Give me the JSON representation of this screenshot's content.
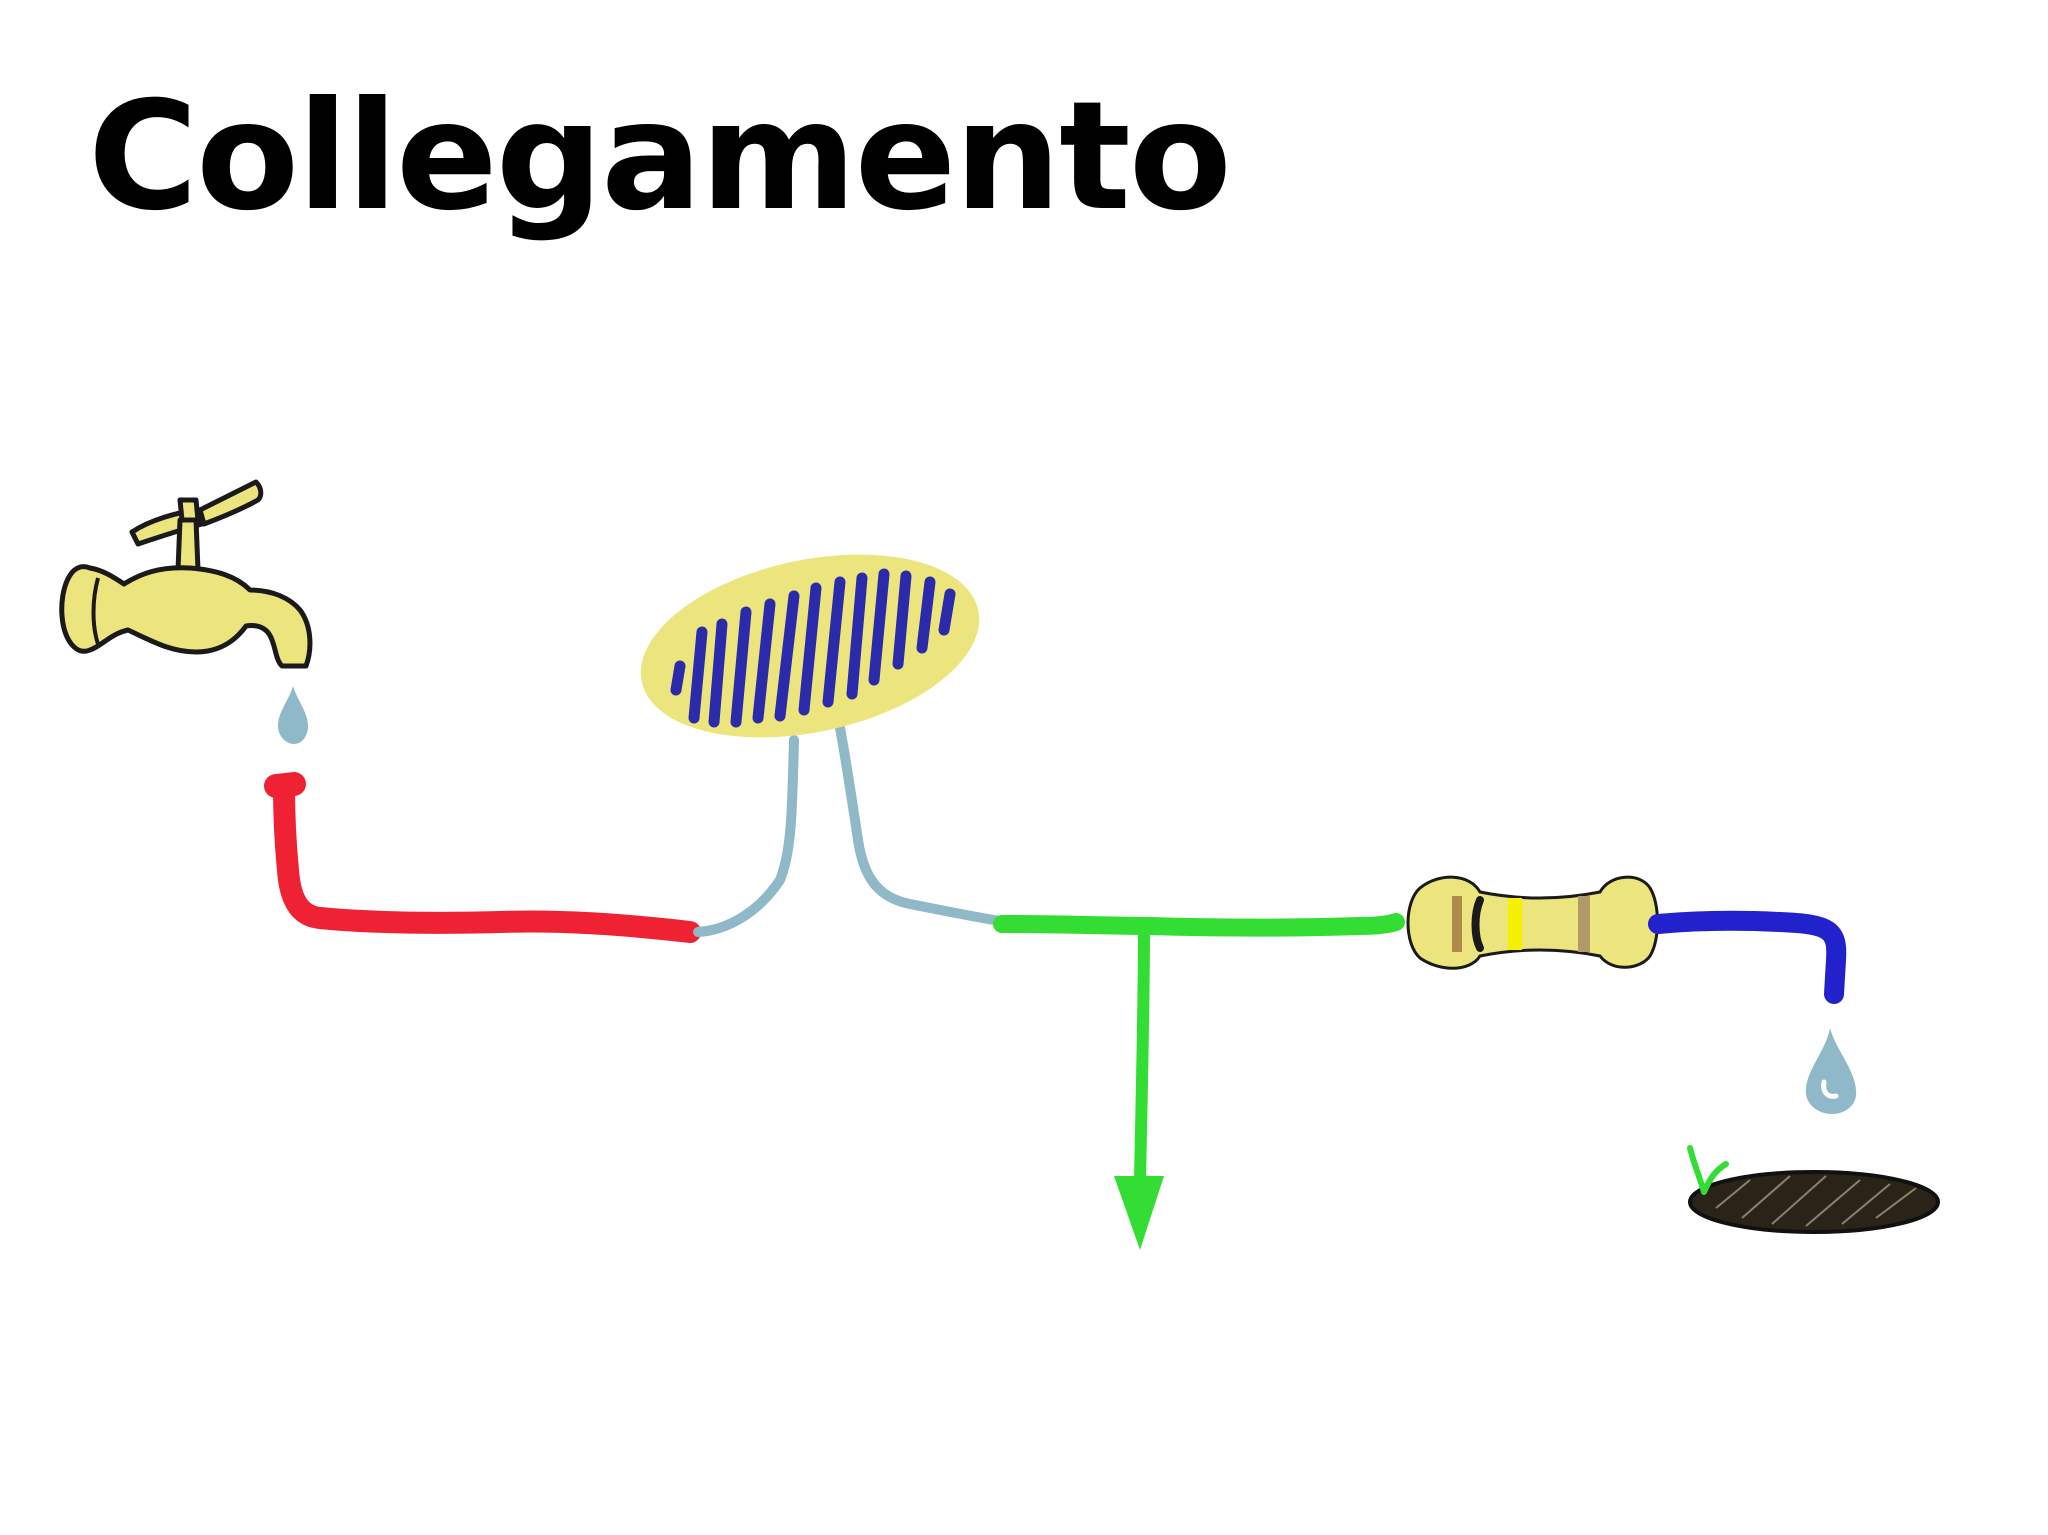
{
  "slide": {
    "title": "Collegamento"
  },
  "diagram": {
    "components": [
      {
        "name": "tap",
        "icon": "faucet-icon"
      },
      {
        "name": "sensor",
        "icon": "light-sensor-icon"
      },
      {
        "name": "resistor",
        "icon": "resistor-icon"
      },
      {
        "name": "drain",
        "icon": "drain-puddle-icon"
      }
    ],
    "colors": {
      "brass": "#ece47c",
      "outline": "#1a1a1a",
      "water": "#8fb8c8",
      "red_pipe": "#ee2233",
      "green_pipe": "#33dd33",
      "blue_pipe": "#2222cc",
      "sensor_body": "#ece47c",
      "sensor_stripes": "#2a2aaa",
      "puddle": "#2a2418"
    }
  }
}
